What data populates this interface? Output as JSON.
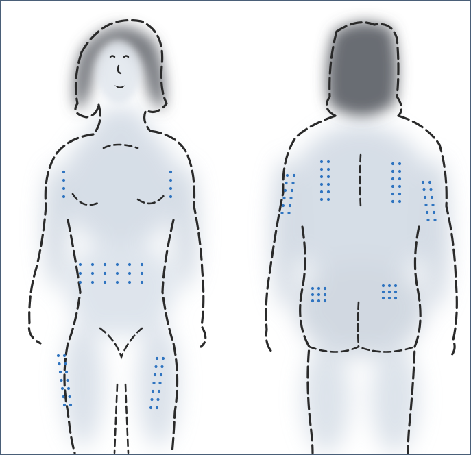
{
  "colors": {
    "border": "#4a5f78",
    "skin_shade": "#c9d3df",
    "hair": "#5e6168",
    "outline": "#2a2a2a",
    "injection_dot": "#2f74c0"
  },
  "figures": [
    {
      "name": "front-view",
      "sites": [
        "upper-arms",
        "abdomen",
        "thighs"
      ]
    },
    {
      "name": "back-view",
      "sites": [
        "upper-arms",
        "upper-back",
        "buttocks"
      ]
    }
  ]
}
